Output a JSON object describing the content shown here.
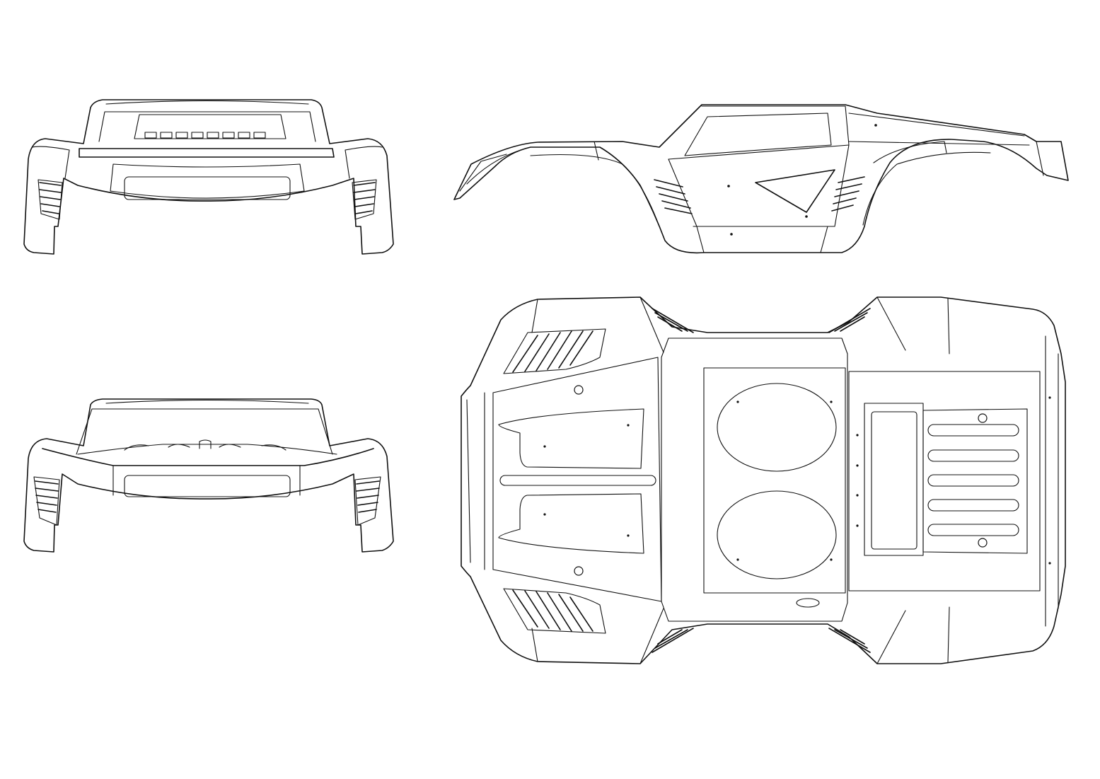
{
  "drawing": {
    "views": [
      {
        "id": "front-view"
      },
      {
        "id": "side-view"
      },
      {
        "id": "rear-view"
      },
      {
        "id": "top-view"
      }
    ],
    "stroke_color": "#111111",
    "background_color": "#ffffff",
    "labels_visible": false
  }
}
